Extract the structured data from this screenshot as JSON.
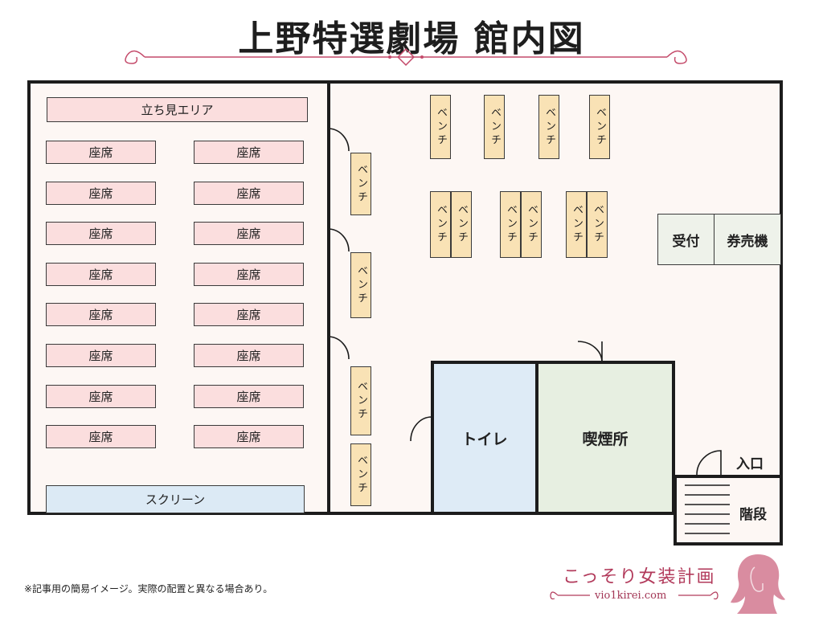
{
  "title": "上野特選劇場 館内図",
  "left_hall": {
    "standing_area": "立ち見エリア",
    "seat_label": "座席",
    "seat_rows": 8,
    "seat_columns": 2,
    "screen": "スクリーン"
  },
  "right_hall": {
    "bench_label": "ベンチ",
    "toilet": "トイレ",
    "smoking_room": "喫煙所",
    "reception": "受付",
    "ticket_machine": "券売機",
    "entrance": "入口",
    "stairs": "階段"
  },
  "note": "※記事用の簡易イメージ。実際の配置と異なる場合あり。",
  "branding": {
    "site_name": "こっそり女装計画",
    "site_url": "vio1kirei.com"
  },
  "colors": {
    "wall": "#1c1c1c",
    "floor": "#fdf7f4",
    "seat": "#fbdede",
    "bench": "#f9e2b5",
    "screen": "#dceaf5",
    "toilet": "#deebf6",
    "smoking_room": "#e7efe1",
    "brand": "#b23a5b"
  }
}
